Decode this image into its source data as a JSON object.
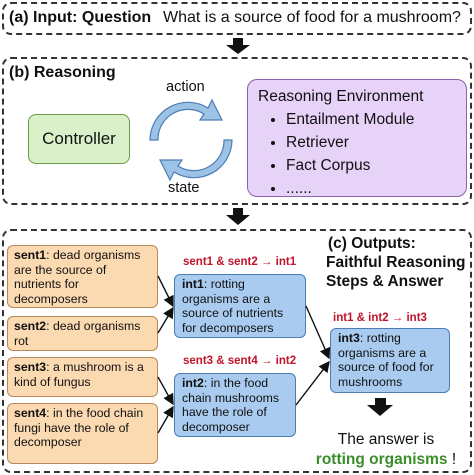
{
  "input": {
    "heading": "(a) Input: Question",
    "question": "What is a source of food for a mushroom?"
  },
  "reasoning": {
    "heading": "(b) Reasoning",
    "controller": "Controller",
    "action": "action",
    "state": "state",
    "environment": {
      "title": "Reasoning Environment",
      "items": [
        "Entailment Module",
        "Retriever",
        "Fact Corpus",
        "......"
      ]
    }
  },
  "outputs": {
    "heading_line1": "(c) Outputs:",
    "heading_line2": "Faithful Reasoning",
    "heading_line3": "Steps & Answer",
    "sentences": [
      {
        "id": "sent1",
        "text": ": dead organisms are the source of nutrients for decomposers"
      },
      {
        "id": "sent2",
        "text": ": dead organisms rot"
      },
      {
        "id": "sent3",
        "text": ": a mushroom is a kind of fungus"
      },
      {
        "id": "sent4",
        "text": ": in the food chain fungi have the role of decomposer"
      }
    ],
    "intermediates": [
      {
        "id": "int1",
        "text": ": rotting organisms are a source of nutrients for decomposers",
        "rule": "sent1 & sent2 → int1"
      },
      {
        "id": "int2",
        "text": ": in the food chain mushrooms have the role of decomposer",
        "rule": "sent3 & sent4 → int2"
      },
      {
        "id": "int3",
        "text": ": rotting organisms are a source of food for mushrooms",
        "rule": "int1 & int2 → int3"
      }
    ],
    "answer_prefix": "The answer is",
    "answer": "rotting organisms",
    "answer_suffix": " !"
  },
  "colors": {
    "controller_fill": "#d9f0c9",
    "environment_fill": "#e7d2f8",
    "sentence_fill": "#fbd9b1",
    "intermediate_fill": "#a9cbef",
    "rule_text": "#c0142b",
    "answer_text": "#3b8c2a",
    "cycle_arrows": "#9cc3e6"
  }
}
